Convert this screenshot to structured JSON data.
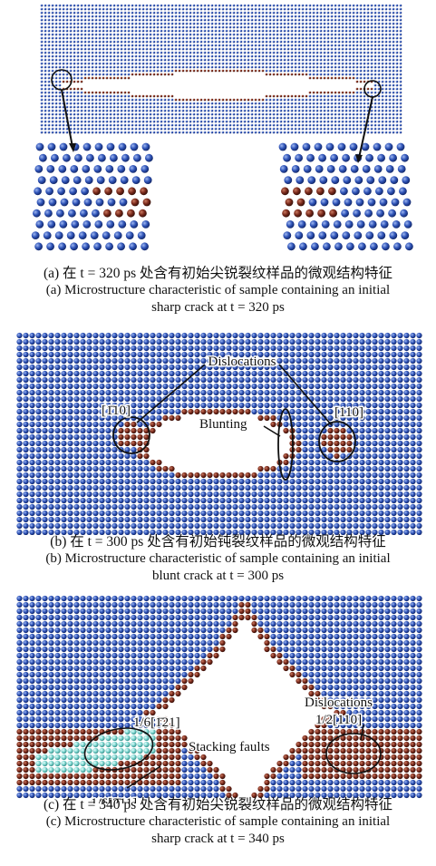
{
  "panel_a": {
    "caption_zh": "(a) 在 t = 320 ps 处含有初始尖锐裂纹样品的微观结构特征",
    "caption_en_1": "(a) Microstructure characteristic of sample containing an initial",
    "caption_en_2": "sharp crack at t = 320 ps"
  },
  "panel_b": {
    "label_dislocations": "Dislocations",
    "label_left_dir": "[1̄10]",
    "label_right_dir": "[110]",
    "label_blunting": "Blunting",
    "caption_zh": "(b) 在 t = 300 ps 处含有初始钝裂纹样品的微观结构特征",
    "caption_en_1": "(b) Microstructure characteristic of sample containing an initial",
    "caption_en_2": "blunt crack at t = 300 ps"
  },
  "panel_c": {
    "label_dislocations": "Dislocations",
    "label_right_dir": "1/2[110]",
    "label_top_dir": "1/6[1̄21]",
    "label_bottom_dir": "1/6[2̄11]",
    "label_stacking": "Stacking faults",
    "caption_zh": "(c) 在 t = 340 ps 处含有初始尖锐裂纹样品的微观结构特征",
    "caption_en_1": "(c) Microstructure characteristic of sample containing an initial",
    "caption_en_2": "sharp crack at t = 340 ps"
  },
  "colors": {
    "atom_blue": "#2f54b8",
    "atom_red": "#7a2a1c",
    "atom_cyan": "#7fd6d0"
  }
}
